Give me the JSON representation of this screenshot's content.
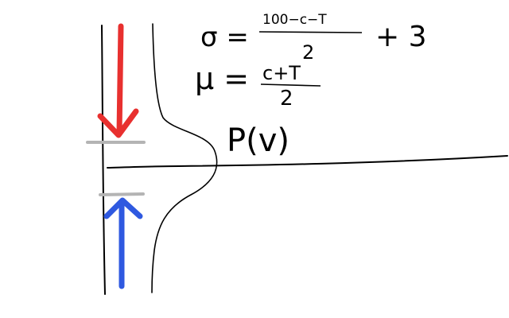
{
  "formulas": {
    "sigma": {
      "lhs": "σ =",
      "numerator": "100−c−T",
      "denominator": "2",
      "tail": "+ 3"
    },
    "mu": {
      "lhs": "μ =",
      "numerator": "c+T",
      "denominator": "2"
    }
  },
  "curve_label": "P(v)",
  "colors": {
    "ink": "#000000",
    "arrow_down": "#e8302f",
    "arrow_up": "#2f59e0",
    "marker": "#b4b4b4"
  }
}
